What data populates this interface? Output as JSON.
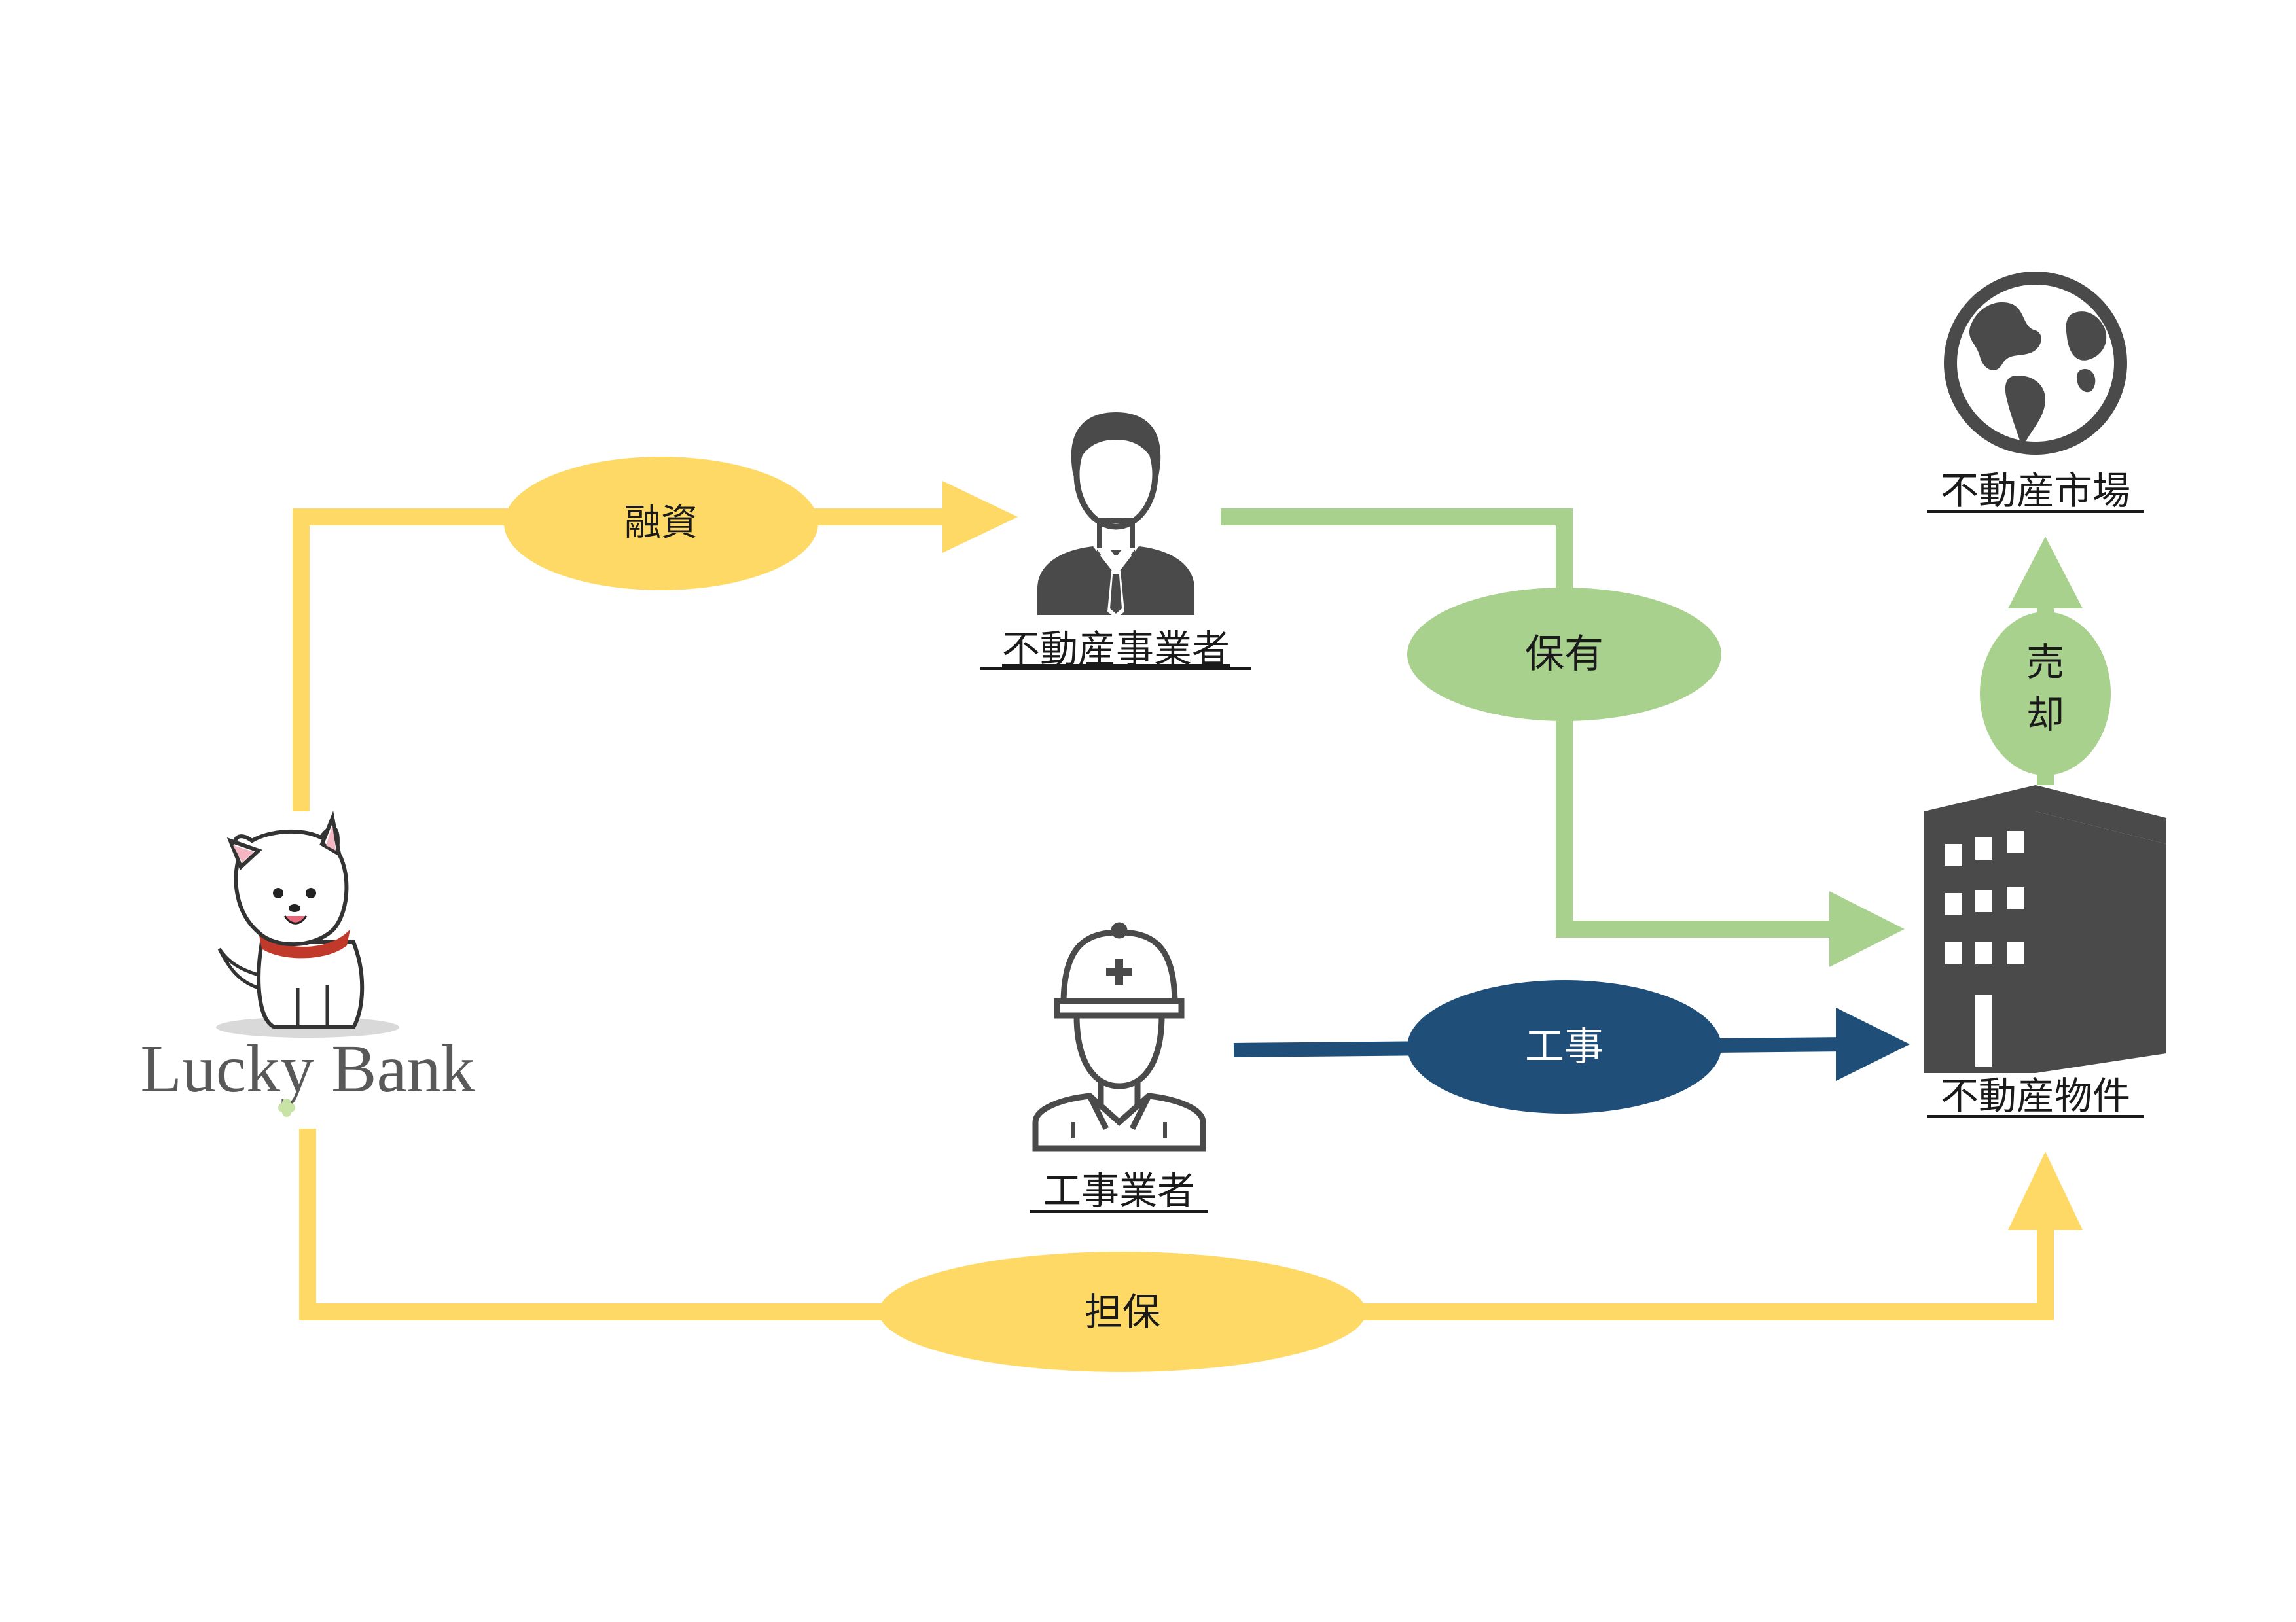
{
  "brand": {
    "name": "Lucky Bank"
  },
  "nodes": {
    "developer": {
      "label": "不動産事業者"
    },
    "contractor": {
      "label": "工事業者"
    },
    "property": {
      "label": "不動産物件"
    },
    "market": {
      "label": "不動産市場"
    }
  },
  "edges": {
    "financing": {
      "label": "融資"
    },
    "ownership": {
      "label": "保有"
    },
    "construction": {
      "label": "工事"
    },
    "collateral": {
      "label": "担保"
    },
    "sale": {
      "label_line1": "売",
      "label_line2": "却"
    }
  },
  "colors": {
    "yellow": "#FFD966",
    "green": "#A9D18E",
    "navy": "#1F4E79",
    "icon": "#4a4a4a"
  },
  "icons": {
    "developer": "businessperson-icon",
    "contractor": "construction-worker-icon",
    "property": "office-building-icon",
    "market": "globe-icon",
    "brand": "dog-mascot-icon"
  }
}
